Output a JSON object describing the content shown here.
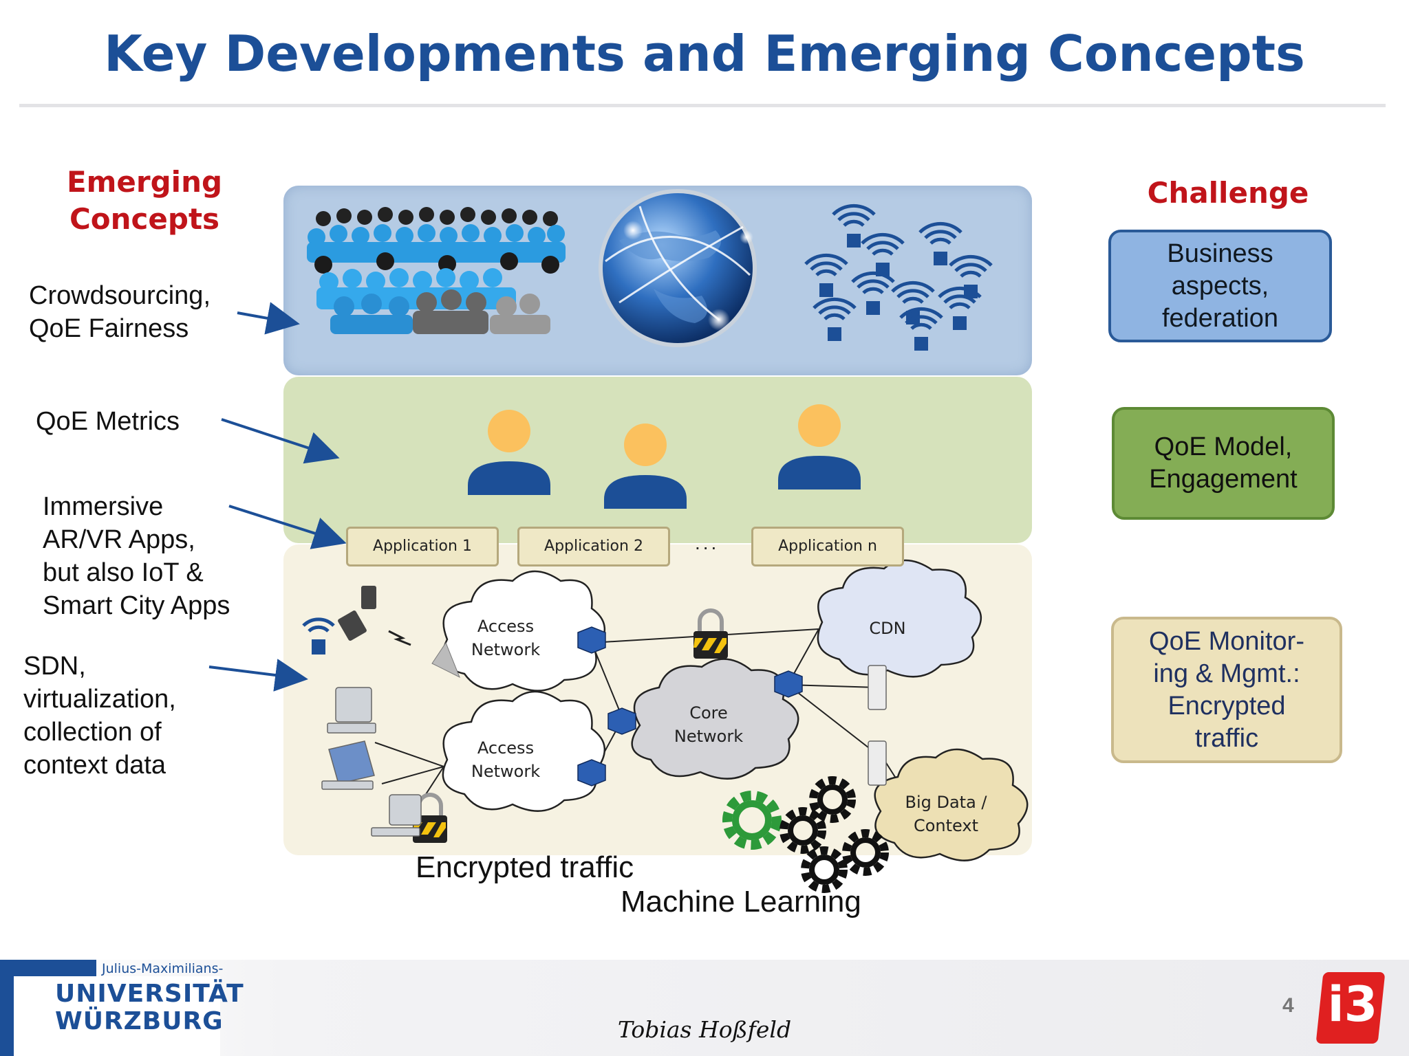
{
  "title": "Key Developments and Emerging Concepts",
  "left": {
    "heading_line1": "Emerging",
    "heading_line2": "Concepts",
    "concepts": [
      {
        "lines": [
          "Crowdsourcing,",
          "QoE Fairness"
        ]
      },
      {
        "lines": [
          "QoE Metrics"
        ]
      },
      {
        "lines": [
          "Immersive",
          "AR/VR Apps,",
          "but also IoT &",
          "Smart City Apps"
        ]
      },
      {
        "lines": [
          "SDN,",
          "virtualization,",
          "collection of",
          "context data"
        ]
      }
    ]
  },
  "right": {
    "heading": "Challenge",
    "challenges": [
      {
        "lines": [
          "Business",
          "aspects,",
          "federation"
        ]
      },
      {
        "lines": [
          "QoE Model,",
          "Engagement"
        ]
      },
      {
        "lines": [
          "QoE Monitor-",
          "ing & Mgmt.:",
          "Encrypted",
          "traffic"
        ]
      }
    ]
  },
  "diagram": {
    "apps": [
      "Application 1",
      "Application 2",
      "Application n"
    ],
    "apps_ellipsis": "...",
    "clouds": {
      "access1": [
        "Access",
        "Network"
      ],
      "access2": [
        "Access",
        "Network"
      ],
      "cdn": [
        "CDN"
      ],
      "core": [
        "Core",
        "Network"
      ],
      "bigdata": [
        "Big Data /",
        "Context"
      ]
    },
    "encrypted_label": "Encrypted traffic",
    "ml_label": "Machine Learning"
  },
  "footer": {
    "uni_small": "Julius-Maximilians-",
    "uni_line1": "UNIVERSITÄT",
    "uni_line2": "WÜRZBURG",
    "author": "Tobias Hoßfeld",
    "page_number": "4",
    "logo_text": "i3"
  },
  "colors": {
    "title_blue": "#1c4f97",
    "heading_red": "#c0141a",
    "band_blue": "#b5cbe4",
    "band_green": "#d6e2bb",
    "band_beige": "#f6f2e2"
  }
}
